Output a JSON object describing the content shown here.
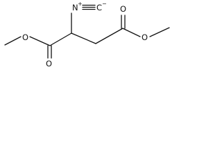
{
  "structure": {
    "atoms": {
      "isocyano_nitrogen": "N",
      "nitrogen_charge": "+",
      "isocyano_carbon": "C",
      "carbon_charge": "−",
      "left_ester_carbonyl_oxygen": "O",
      "left_ester_ether_oxygen": "O",
      "right_ester_carbonyl_oxygen": "O",
      "right_ester_ether_oxygen": "O"
    }
  }
}
